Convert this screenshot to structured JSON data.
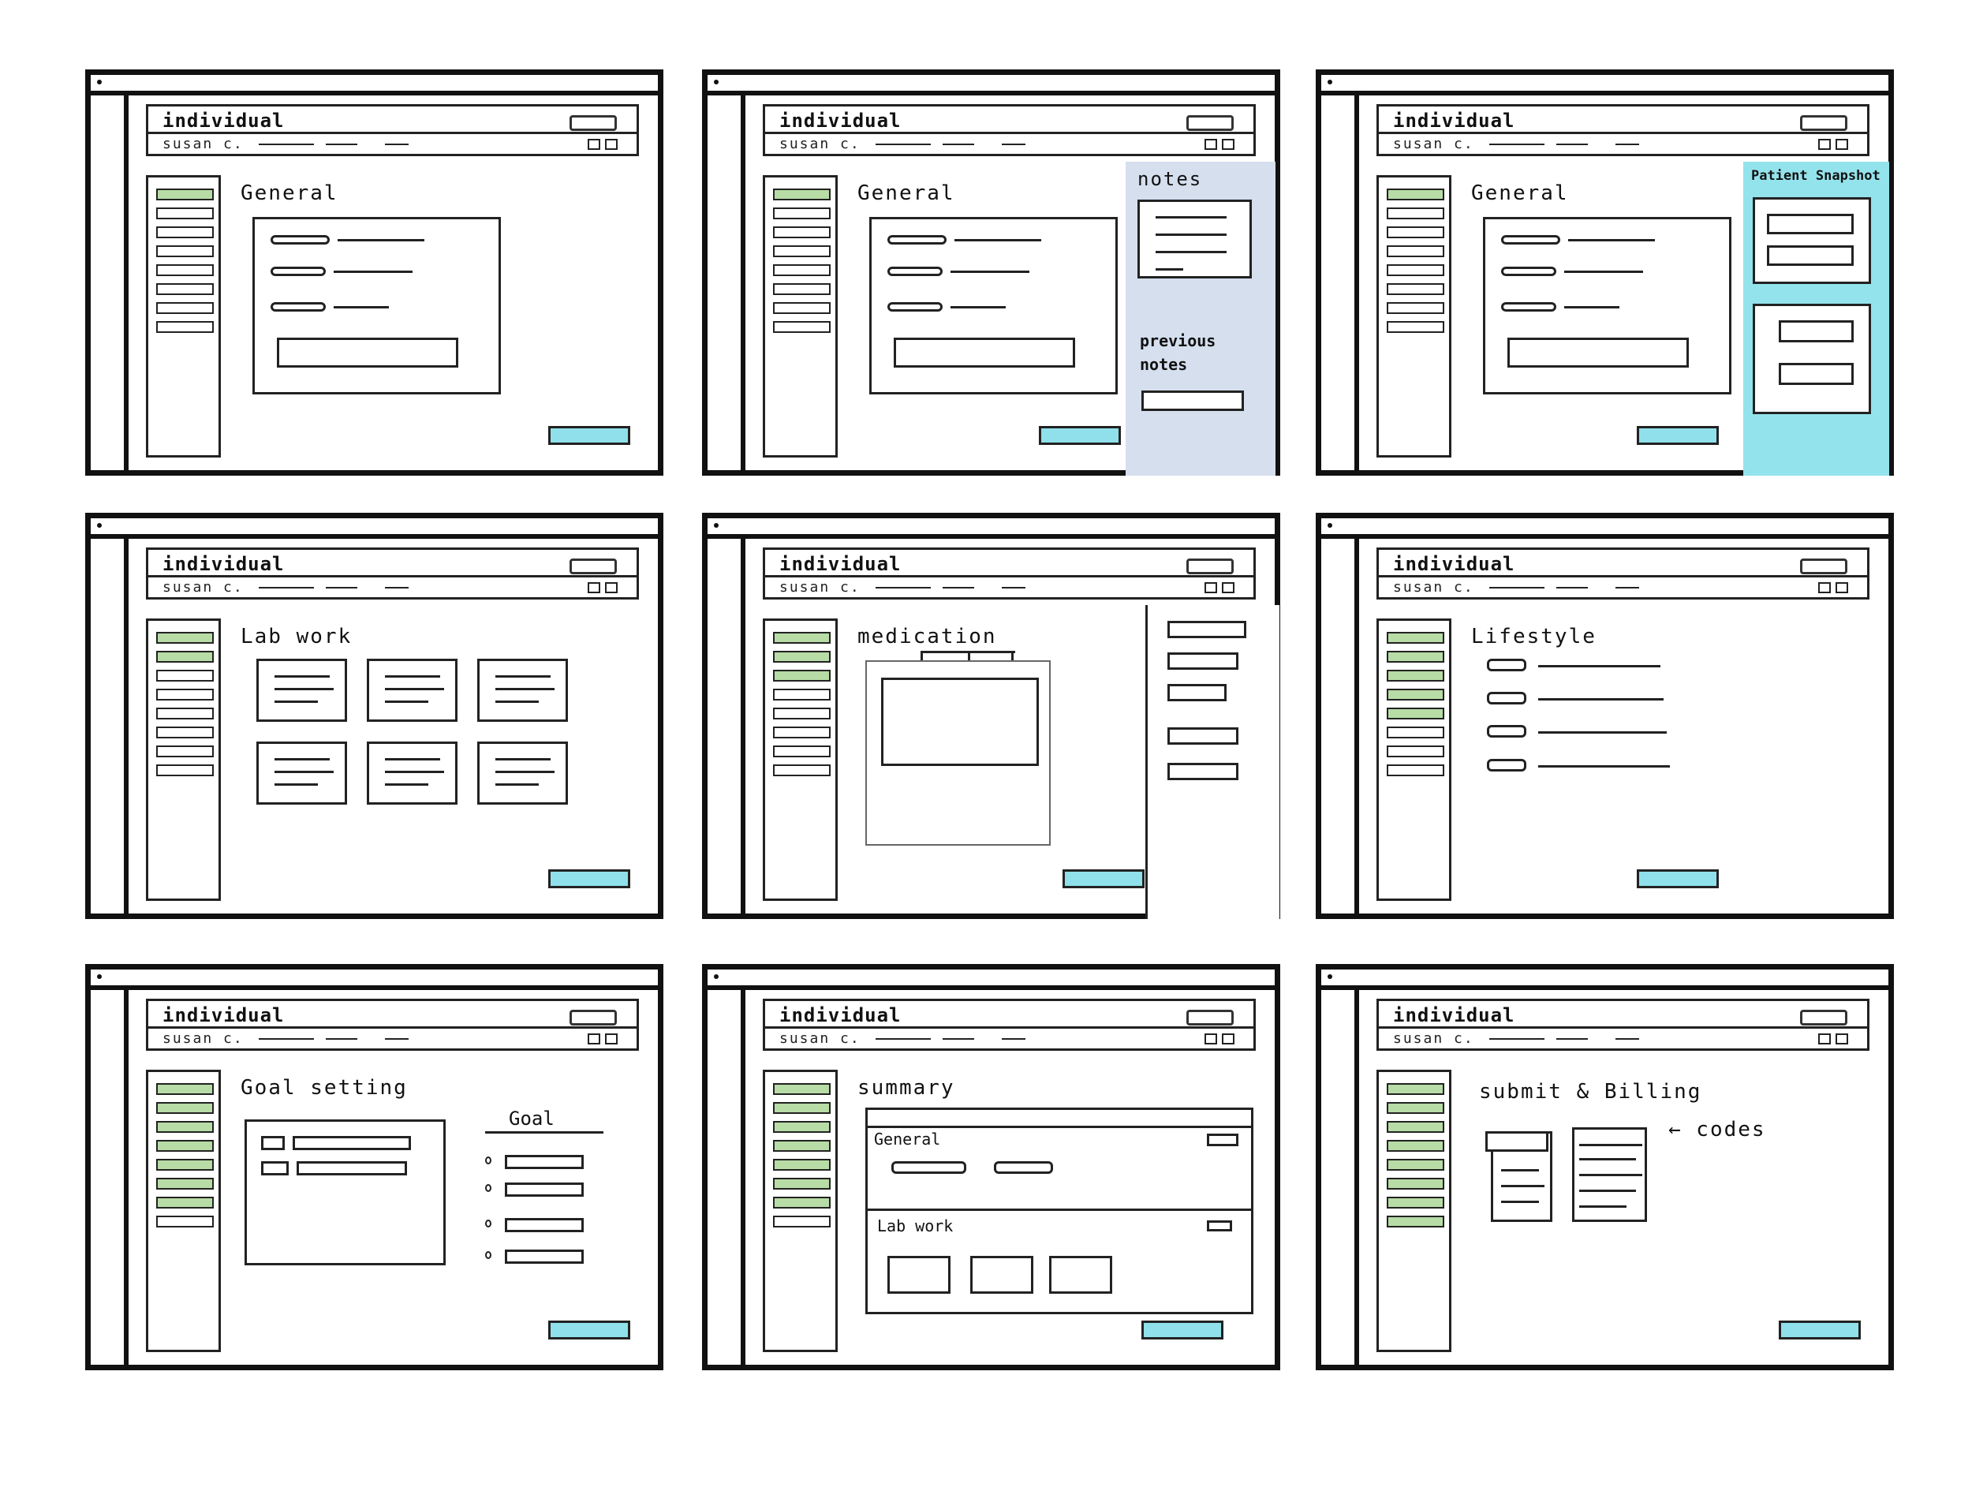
{
  "app": {
    "title": "individual",
    "patient": "susan c."
  },
  "screens": [
    {
      "id": "general",
      "section": "General"
    },
    {
      "id": "general_notes",
      "section": "General",
      "panel_title": "notes",
      "panel_subtitle": "previous notes"
    },
    {
      "id": "general_snapshot",
      "section": "General",
      "panel_title": "Patient Snapshot"
    },
    {
      "id": "lab_work",
      "section": "Lab work"
    },
    {
      "id": "medication",
      "section": "medication"
    },
    {
      "id": "lifestyle",
      "section": "Lifestyle"
    },
    {
      "id": "goal_setting",
      "section": "Goal setting",
      "side_heading": "Goal"
    },
    {
      "id": "summary",
      "section": "summary",
      "sub_general": "General",
      "sub_lab": "Lab work"
    },
    {
      "id": "submit_billing",
      "section": "submit & Billing",
      "note": "← codes"
    }
  ],
  "colors": {
    "active_nav": "#b7dca5",
    "cta": "#8fe0ea",
    "notes_panel": "#d5dfee",
    "snapshot_panel": "#93e3ec"
  }
}
